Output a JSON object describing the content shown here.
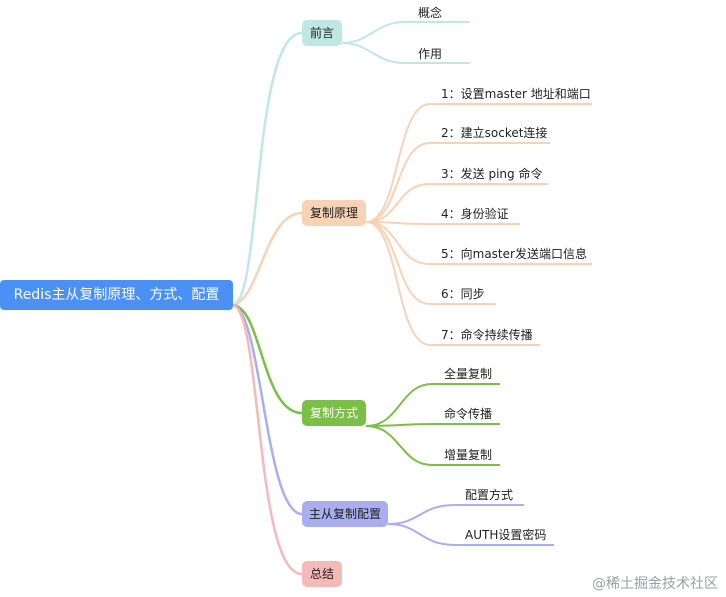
{
  "root": {
    "label": "Redis主从复制原理、方式、配置",
    "color": "#4a90f5"
  },
  "branches": [
    {
      "label": "前言",
      "color": "#bfe8e3",
      "line": "#bfe8e3",
      "children": [
        "概念",
        "作用"
      ]
    },
    {
      "label": "复制原理",
      "color": "#f7d2b4",
      "line": "#f7d2b4",
      "children": [
        "1：设置master 地址和端口",
        "2：建立socket连接",
        "3：发送 ping 命令",
        "4：身份验证",
        "5：向master发送端口信息",
        "6：同步",
        "7：命令持续传播"
      ]
    },
    {
      "label": "复制方式",
      "color": "#7bbf46",
      "line": "#7bbf46",
      "textColor": "#ffffff",
      "children": [
        "全量复制",
        "命令传播",
        "增量复制"
      ]
    },
    {
      "label": "主从复制配置",
      "color": "#a9aef0",
      "line": "#a9aef0",
      "children": [
        "配置方式",
        "AUTH设置密码"
      ]
    },
    {
      "label": "总结",
      "color": "#f4b9b9",
      "line": "#f4b9b9",
      "children": []
    }
  ],
  "watermark": "@稀土掘金技术社区"
}
